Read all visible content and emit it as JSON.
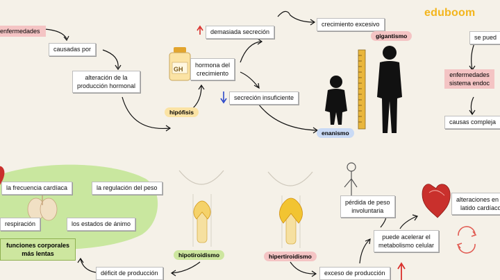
{
  "logo": "eduboom",
  "colors": {
    "accent": "#f3b51c",
    "pink": "#f4c4c4",
    "green": "#cde69f",
    "blob": "#c9e79f",
    "arrow_up": "#d9302c",
    "arrow_down": "#2c48c9"
  },
  "nodes": {
    "enfermedades_left": "enfermedades",
    "causadas_por": "causadas por",
    "alteracion_1": "alteración de la",
    "alteracion_2": "producción hormonal",
    "hipofisis": "hipófisis",
    "gh": "GH",
    "hormona_1": "hormona del",
    "hormona_2": "crecimiento",
    "demasiada": "demasiada secreción",
    "secrecion_insuf": "secreción insuficiente",
    "crecimiento_excesivo": "crecimiento excesivo",
    "gigantismo": "gigantismo",
    "enanismo": "enanismo",
    "se_pueden": "se pued",
    "enf_endo_1": "enfermedades",
    "enf_endo_2": "sistema endoc",
    "causas_complejas": "causas compleja",
    "frecuencia": "la frecuencia cardíaca",
    "regulacion": "la regulación del peso",
    "respiracion": "respiración",
    "estados": "los estados de ánimo",
    "funciones_1": "funciones corporales",
    "funciones_2": "más lentas",
    "hipotiroidismo": "hipotiroidismo",
    "hipertiroidismo": "hipertiroidismo",
    "deficit": "déficit de producción",
    "exceso": "exceso de producción",
    "perdida_1": "pérdida de peso",
    "perdida_2": "involuntaria",
    "alteraciones_1": "alteraciones en el",
    "alteraciones_2": "latido cardíaco",
    "acelerar_1": "puede acelerar el",
    "acelerar_2": "metabolismo celular"
  }
}
